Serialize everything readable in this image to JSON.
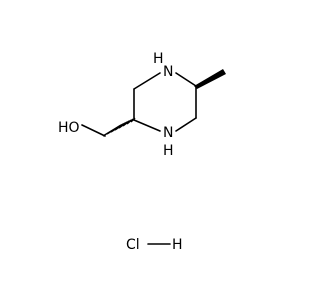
{
  "structure": {
    "atoms": {
      "n_top": "H",
      "n_top_n": "N",
      "n_bottom_n": "N",
      "n_bottom": "H",
      "hydroxyl": "HO",
      "salt": "Cl",
      "salt_h": "H"
    },
    "colors": {
      "ink": "#000000",
      "background": "#ffffff"
    }
  }
}
